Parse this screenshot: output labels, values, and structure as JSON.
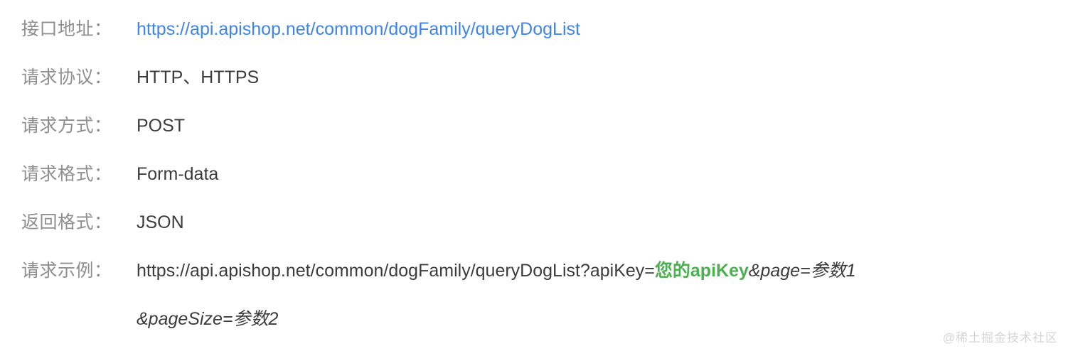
{
  "rows": [
    {
      "label": "接口地址：",
      "value": "https://api.apishop.net/common/dogFamily/queryDogList"
    },
    {
      "label": "请求协议：",
      "value": "HTTP、HTTPS"
    },
    {
      "label": "请求方式：",
      "value": "POST"
    },
    {
      "label": "请求格式：",
      "value": "Form-data"
    },
    {
      "label": "返回格式：",
      "value": "JSON"
    },
    {
      "label": "请求示例："
    }
  ],
  "example": {
    "base": "https://api.apishop.net/common/dogFamily/queryDogList?apiKey=",
    "api_key_placeholder": "您的apiKey",
    "param_page": "&page=参数1",
    "param_pagesize": "&pageSize=参数2"
  },
  "watermark": {
    "text": "@稀土掘金技术社区"
  },
  "colors": {
    "label": "#8f8f8f",
    "text": "#3c3c3c",
    "link": "#3e84e9",
    "accent_green": "#4caf50",
    "watermark": "#d5d5d5"
  }
}
